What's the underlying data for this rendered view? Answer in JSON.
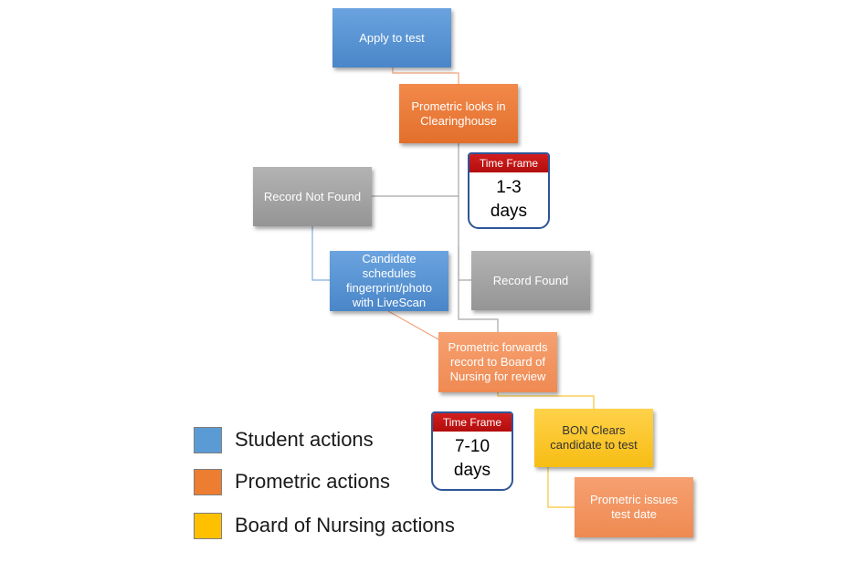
{
  "nodes": {
    "apply": "Apply to test",
    "looks": "Prometric looks in Clearinghouse",
    "not_found": "Record Not Found",
    "found": "Record Found",
    "schedules": "Candidate schedules fingerprint/photo with LiveScan",
    "forwards": "Prometric forwards record to Board of Nursing for review",
    "bon_clears": "BON Clears candidate to test",
    "issues": "Prometric issues test date"
  },
  "time_frames": [
    {
      "header": "Time Frame",
      "value_line1": "1-3",
      "value_line2": "days"
    },
    {
      "header": "Time Frame",
      "value_line1": "7-10",
      "value_line2": "days"
    }
  ],
  "legend": [
    {
      "label": "Student actions",
      "color": "#5b9bd5"
    },
    {
      "label": "Prometric actions",
      "color": "#ed7d31"
    },
    {
      "label": "Board of Nursing actions",
      "color": "#ffc000"
    }
  ],
  "colors": {
    "student": "#5b9bd5",
    "prometric": "#ed7d31",
    "board": "#ffc000",
    "record": "#a6a6a6"
  }
}
